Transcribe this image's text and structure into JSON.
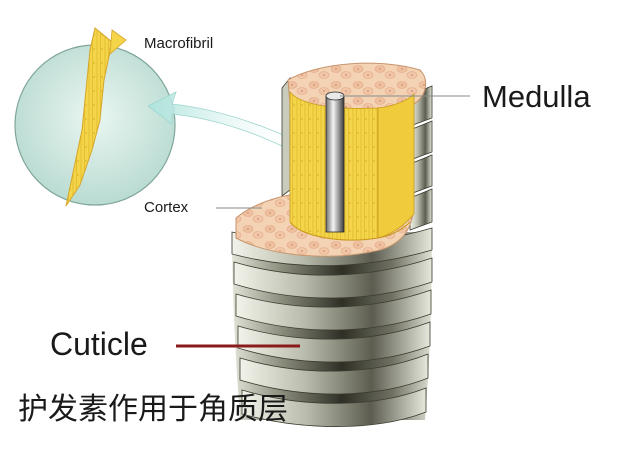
{
  "labels": {
    "macrofibril": "Macrofibril",
    "medulla": "Medulla",
    "cortex": "Cortex",
    "cuticle": "Cuticle",
    "caption": "护发素作用于角质层"
  },
  "colors": {
    "cortex_yellow": "#f5d84a",
    "cortex_cells": "#f4c7a3",
    "cuticle_dark": "#4a4a3c",
    "cuticle_light": "#d7d9cc",
    "zoom_circle": "#cfe8df",
    "arrow": "#bfe8e2",
    "cuticle_leader": "#8b1a1a"
  }
}
